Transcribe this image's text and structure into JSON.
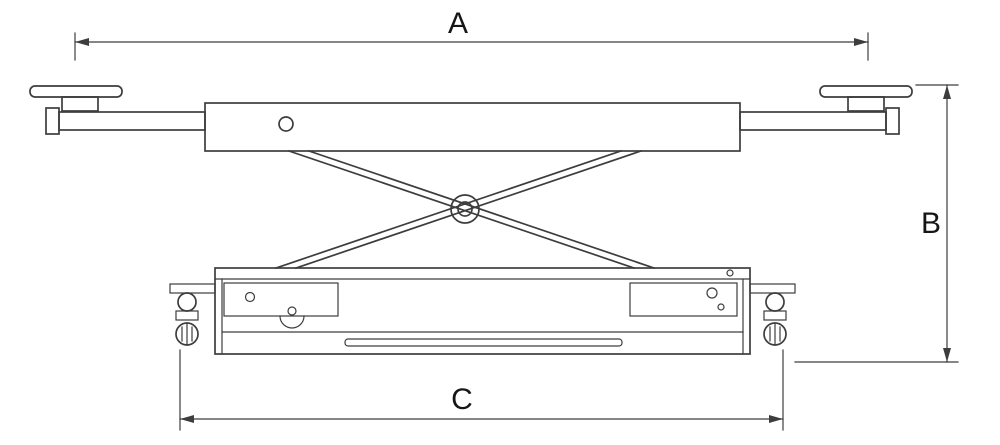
{
  "diagram": {
    "labels": {
      "a": "A",
      "b": "B",
      "c": "C"
    },
    "colors": {
      "line": "#3d3d3d",
      "background": "#ffffff",
      "text": "#161616"
    }
  }
}
